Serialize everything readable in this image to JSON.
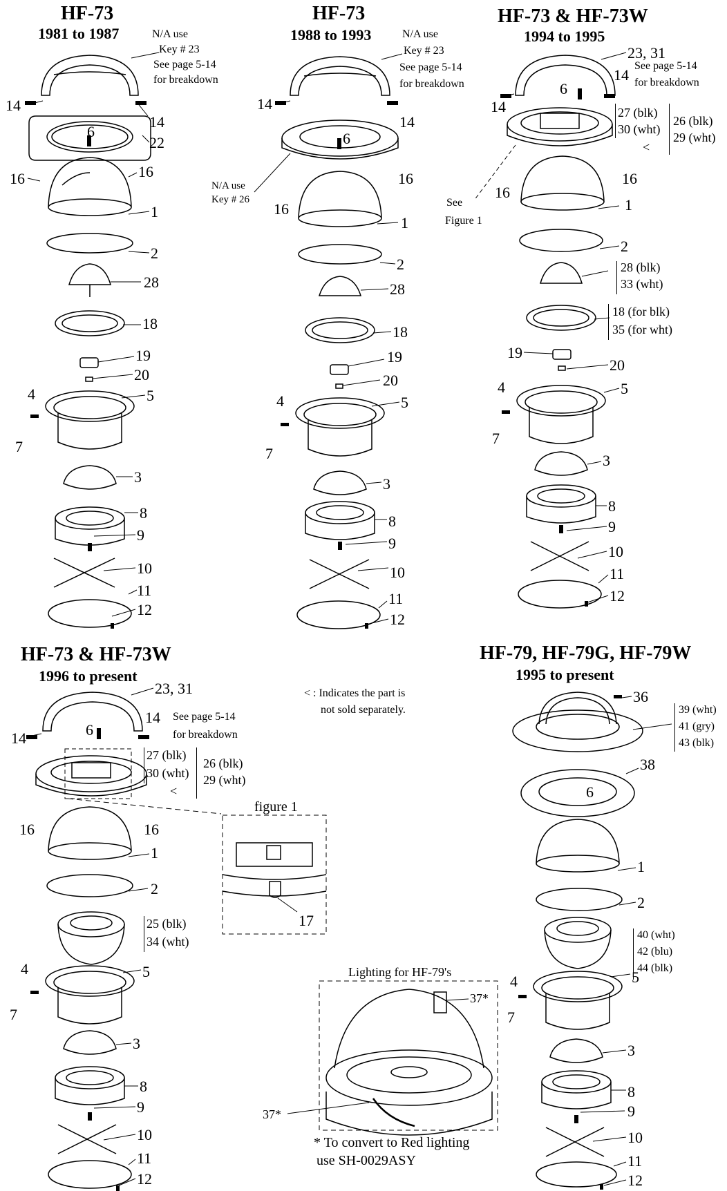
{
  "sections": {
    "s1": {
      "model": "HF-73",
      "years": "1981 to 1987",
      "note1": "N/A use",
      "note2": "Key # 23",
      "note3": "See page 5-14",
      "note4": "for breakdown"
    },
    "s2": {
      "model": "HF-73",
      "years": "1988 to 1993",
      "note1": "N/A use",
      "note2": "Key # 23",
      "note3": "See page 5-14",
      "note4": "for breakdown",
      "na1": "N/A use",
      "na2": "Key # 26"
    },
    "s3": {
      "model": "HF-73 & HF-73W",
      "years": "1994 to 1995",
      "lbl_23": "23, 31",
      "note3": "See page 5-14",
      "note4": "for breakdown",
      "see1": "See",
      "see2": "Figure 1"
    },
    "s4": {
      "model": "HF-73 & HF-73W",
      "years": "1996 to present",
      "lbl_23": "23, 31",
      "note3": "See page 5-14",
      "note4": "for breakdown"
    },
    "s5": {
      "model": "HF-79, HF-79G, HF-79W",
      "years": "1995 to present"
    }
  },
  "legend": {
    "line1": "< : Indicates the part is",
    "line2": "not sold separately."
  },
  "figure1": {
    "title": "figure 1",
    "part": "17"
  },
  "lighting": {
    "title": "Lighting for HF-79's",
    "part_top": "37*",
    "part_bottom": "37*",
    "note1": "* To convert to Red lighting",
    "note2": "use SH-0029ASY"
  },
  "labels": {
    "s1": [
      "14",
      "14",
      "6",
      "22",
      "16",
      "16",
      "1",
      "2",
      "28",
      "18",
      "19",
      "20",
      "4",
      "5",
      "7",
      "3",
      "8",
      "9",
      "10",
      "11",
      "12"
    ],
    "s2": [
      "14",
      "14",
      "6",
      "16",
      "16",
      "1",
      "2",
      "28",
      "18",
      "19",
      "20",
      "4",
      "5",
      "7",
      "3",
      "8",
      "9",
      "10",
      "11",
      "12"
    ],
    "s3": [
      "14",
      "14",
      "6",
      "27 (blk)",
      "30 (wht)",
      "26 (blk)",
      "29 (wht)",
      "<",
      "16",
      "16",
      "1",
      "2",
      "28 (blk)",
      "33 (wht)",
      "18 (for blk)",
      "35 (for wht)",
      "19",
      "20",
      "4",
      "5",
      "7",
      "3",
      "8",
      "9",
      "10",
      "11",
      "12"
    ],
    "s4": [
      "14",
      "14",
      "6",
      "27 (blk)",
      "30 (wht)",
      "26 (blk)",
      "29 (wht)",
      "<",
      "16",
      "16",
      "1",
      "2",
      "25 (blk)",
      "34 (wht)",
      "4",
      "5",
      "7",
      "3",
      "8",
      "9",
      "10",
      "11",
      "12"
    ],
    "s5": [
      "36",
      "39 (wht)",
      "41 (gry)",
      "43 (blk)",
      "38",
      "6",
      "1",
      "2",
      "40 (wht)",
      "42 (blu)",
      "44 (blk)",
      "4",
      "5",
      "7",
      "3",
      "8",
      "9",
      "10",
      "11",
      "12"
    ]
  }
}
